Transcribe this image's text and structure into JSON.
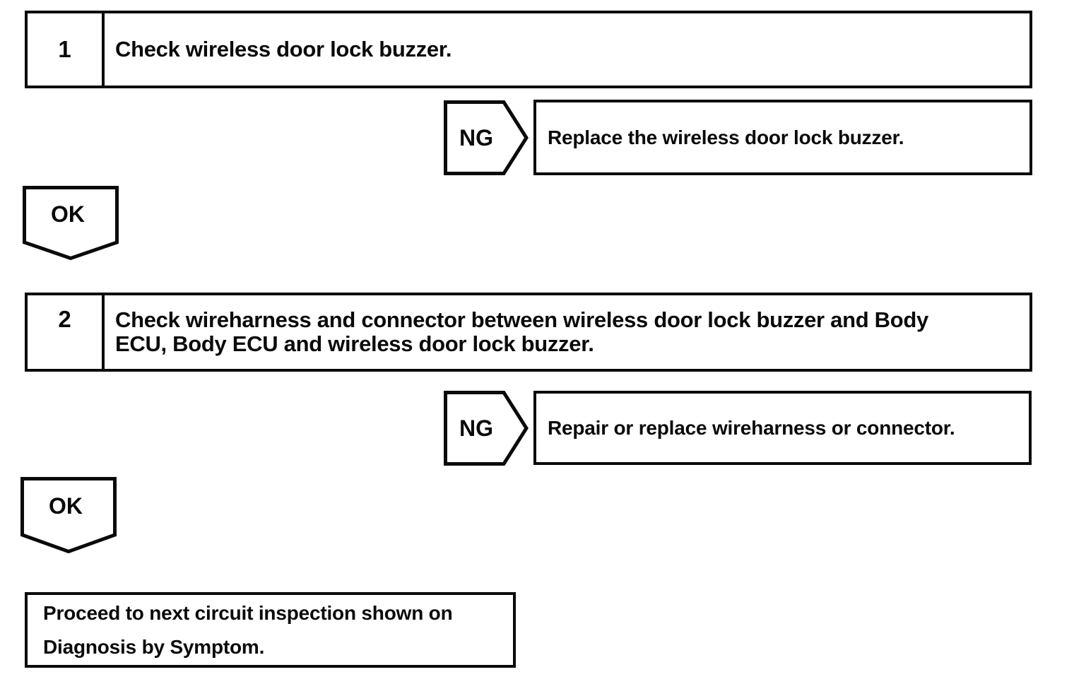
{
  "page": {
    "background": "#ffffff",
    "ink": "#0a0a0a"
  },
  "flowchart": {
    "steps": [
      {
        "number": "1",
        "instruction_lines": {
          "0": "Check wireless door lock buzzer."
        },
        "ng": {
          "label": "NG",
          "action": "Replace the wireless door lock buzzer."
        },
        "ok": {
          "label": "OK"
        }
      },
      {
        "number": "2",
        "instruction_lines": {
          "0": "Check wireharness and connector between wireless door lock buzzer and Body",
          "1": "ECU, Body ECU and wireless door lock buzzer."
        },
        "ng": {
          "label": "NG",
          "action": "Repair or replace wireharness or connector."
        },
        "ok": {
          "label": "OK"
        }
      }
    ],
    "final": {
      "lines": {
        "0": "Proceed to next circuit inspection shown on",
        "1": "Diagnosis by Symptom."
      }
    }
  }
}
